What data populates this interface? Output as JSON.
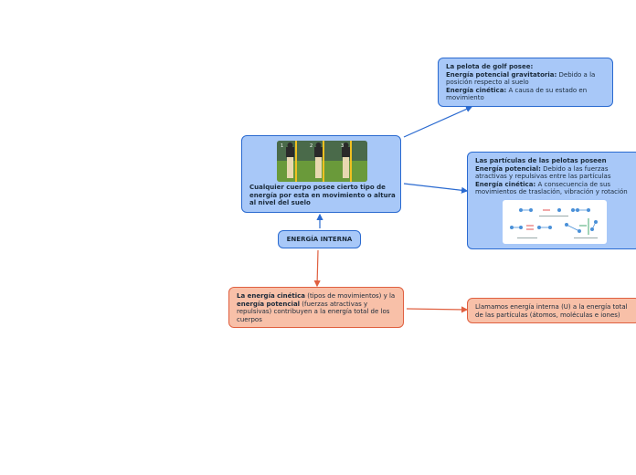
{
  "center": {
    "label": "ENERGÍA INTERNA"
  },
  "golf_node": {
    "text": "Cualquier cuerpo posee cierto tipo de energía por esta en movimiento o altura al nivel del suelo",
    "photo_digits": [
      "1",
      "2",
      "3"
    ]
  },
  "pelota_node": {
    "title": "La pelota de golf posee:",
    "pot_label": "Energía potencial gravitatoria:",
    "pot_text": " Debido a la posición respecto al suelo",
    "cin_label": "Energía cinética:",
    "cin_text": "  A causa de su estado en movimiento"
  },
  "particulas_node": {
    "title": "Las partículas de las pelotas poseen",
    "pot_label": "Energía potencial:",
    "pot_text": " Debido a las fuerzas atractivas y repulsivas entre las partículas",
    "cin_label": "Energía cinética:",
    "cin_text": " A consecuencia de sus movimientos de traslación, vibración y rotación"
  },
  "cinetica_node": {
    "b1": "La energía cinética",
    "t1": " (tipos de movimientos) y la ",
    "b2": "energía potencial",
    "t2": " (fuerzas atractivas y repulsivas) contribuyen a la energía total de los cuerpos"
  },
  "interna_node": {
    "text": "Llamamos energía interna (U) a la energía total de las partículas (átomos, moléculas e iones)"
  },
  "colors": {
    "blue_fill": "#a8c8f8",
    "blue_stroke": "#2a6ad0",
    "salmon_fill": "#f8c0a8",
    "salmon_stroke": "#e06040"
  }
}
